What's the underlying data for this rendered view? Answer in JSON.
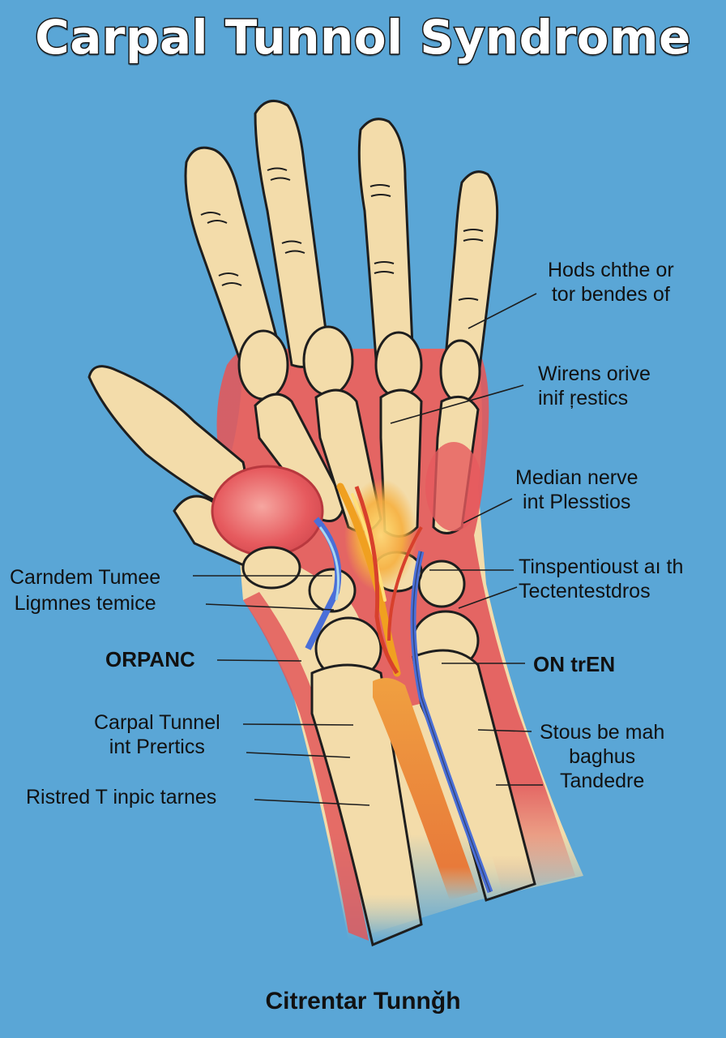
{
  "title": "Carpal Tunnol Syndrome",
  "footer": "Citrentar Tunnǧh",
  "colors": {
    "background": "#5aa6d6",
    "bone": "#f3dcaa",
    "muscle": "#e2585b",
    "inflammation": "#e6626a",
    "median_nerve": "#f0a020",
    "vein": "#4a6fd8"
  },
  "labels": {
    "right": [
      {
        "lines": [
          "Hods chthe or",
          "tor bendes of"
        ]
      },
      {
        "lines": [
          "Wirens orive",
          "inif ŗestics"
        ]
      },
      {
        "lines": [
          "Median nerve",
          "int Plesstios"
        ]
      },
      {
        "lines": [
          "Tinspentioust aı th",
          "Tectentestdros"
        ]
      },
      {
        "lines": [
          "ON trEN"
        ]
      },
      {
        "lines": [
          "Stous be mah",
          "baghus",
          "Tandedre"
        ]
      }
    ],
    "left": [
      {
        "lines": [
          "Carndеm Tumee",
          "Ligmnes temice"
        ]
      },
      {
        "lines": [
          "ORPANC"
        ]
      },
      {
        "lines": [
          "Carpal Tunnel",
          "int Prertics"
        ]
      },
      {
        "lines": [
          "Ristred T inpic tarnes"
        ]
      }
    ]
  }
}
